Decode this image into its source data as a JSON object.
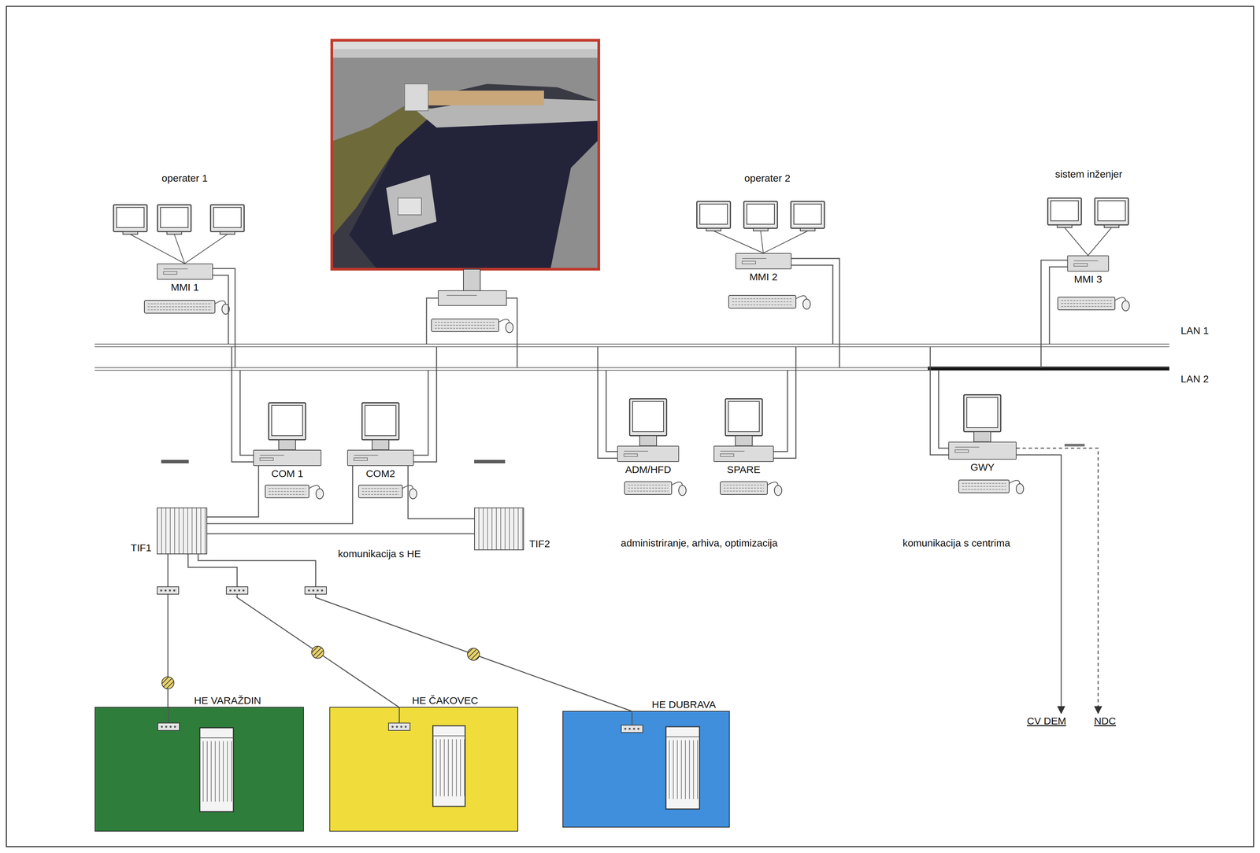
{
  "diagram": {
    "nodes": [
      {
        "text": [
          "MMI 1"
        ]
      },
      {
        "text": [
          "MMI 2"
        ]
      },
      {
        "text": [
          "MMI 3"
        ]
      },
      {
        "text": [
          "LAN 1"
        ]
      },
      {
        "text": [
          "LAN 2"
        ]
      },
      {
        "text": [
          "COM 1"
        ]
      },
      {
        "text": [
          "COM2"
        ]
      },
      {
        "text": [
          "ADM/HFD"
        ]
      },
      {
        "text": [
          "SPARE"
        ]
      },
      {
        "text": [
          "GWY"
        ]
      },
      {
        "text": [
          "TIF1"
        ]
      },
      {
        "text": [
          "TIF2"
        ]
      },
      {
        "text": [
          "HE VARAŽDIN"
        ]
      },
      {
        "text": [
          "HE ČAKOVEC"
        ]
      },
      {
        "text": [
          "HE DUBRAVA"
        ]
      },
      {
        "text": [
          "CV DEM"
        ]
      },
      {
        "text": [
          "NDC"
        ]
      }
    ],
    "edges": [
      {
        "from": 0,
        "to": 3,
        "arrow": "none"
      },
      {
        "from": 0,
        "to": 4,
        "arrow": "none"
      },
      {
        "from": 1,
        "to": 3,
        "arrow": "none"
      },
      {
        "from": 1,
        "to": 4,
        "arrow": "none"
      },
      {
        "from": 2,
        "to": 3,
        "arrow": "none"
      },
      {
        "from": 2,
        "to": 4,
        "arrow": "none"
      },
      {
        "from": 3,
        "to": 5,
        "arrow": "none"
      },
      {
        "from": 4,
        "to": 5,
        "arrow": "none"
      },
      {
        "from": 3,
        "to": 6,
        "arrow": "none"
      },
      {
        "from": 4,
        "to": 6,
        "arrow": "none"
      },
      {
        "from": 3,
        "to": 7,
        "arrow": "none"
      },
      {
        "from": 4,
        "to": 7,
        "arrow": "none"
      },
      {
        "from": 3,
        "to": 8,
        "arrow": "none"
      },
      {
        "from": 4,
        "to": 8,
        "arrow": "none"
      },
      {
        "from": 3,
        "to": 9,
        "arrow": "none"
      },
      {
        "from": 4,
        "to": 9,
        "arrow": "none"
      },
      {
        "from": 5,
        "to": 10,
        "arrow": "none"
      },
      {
        "from": 6,
        "to": 10,
        "arrow": "none"
      },
      {
        "from": 6,
        "to": 11,
        "arrow": "none"
      },
      {
        "from": 10,
        "to": 11,
        "arrow": "none"
      },
      {
        "from": 10,
        "to": 12,
        "arrow": "none"
      },
      {
        "from": 10,
        "to": 13,
        "arrow": "none"
      },
      {
        "from": 10,
        "to": 14,
        "arrow": "none"
      },
      {
        "from": 9,
        "to": 15,
        "arrow": "to"
      },
      {
        "from": 9,
        "to": 16,
        "arrow": "to"
      }
    ],
    "labels": [
      "operater 1",
      "operater 2",
      "sistem inženjer",
      "komunikacija s HE",
      "administriranje, arhiva, optimizacija",
      "komunikacija s centrima"
    ]
  }
}
